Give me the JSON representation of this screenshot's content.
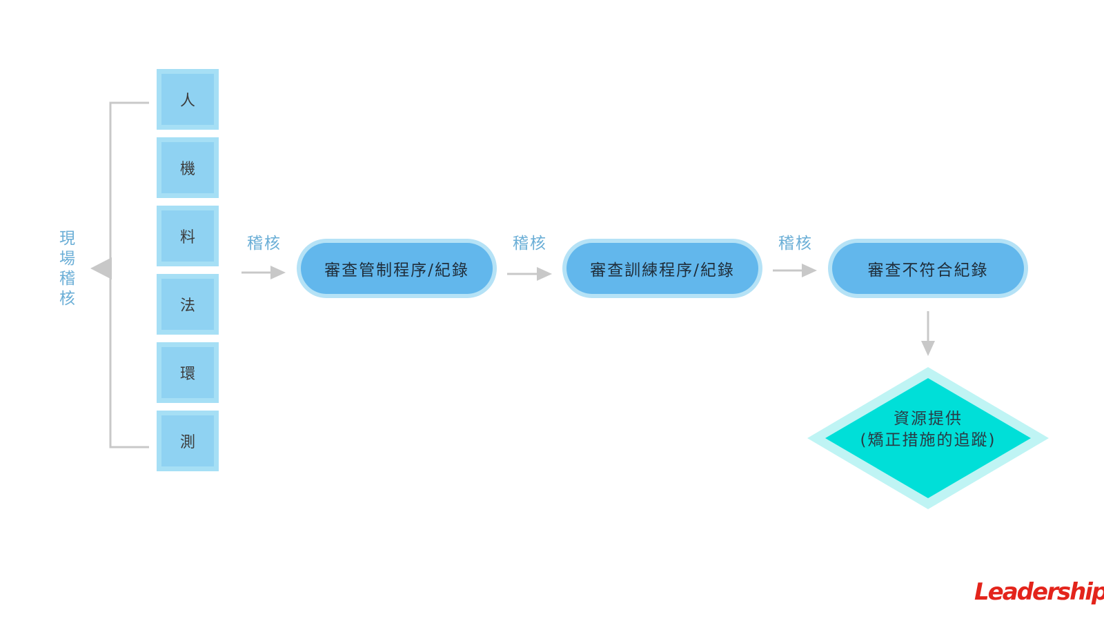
{
  "left_label": "現場稽核",
  "factors": [
    {
      "label": "人"
    },
    {
      "label": "機"
    },
    {
      "label": "料"
    },
    {
      "label": "法"
    },
    {
      "label": "環"
    },
    {
      "label": "測"
    }
  ],
  "audit_label": "稽核",
  "steps": [
    {
      "label": "審查管制程序/紀錄"
    },
    {
      "label": "審查訓練程序/紀錄"
    },
    {
      "label": "審查不符合紀錄"
    }
  ],
  "decision": {
    "line1": "資源提供",
    "line2": "(矯正措施的追蹤)"
  },
  "logo": {
    "text": "Leadership",
    "mark": "®"
  },
  "colors": {
    "pill_fill": "#62b7ec",
    "factor_fill": "#8fd2f2",
    "diamond_fill": "#00dfd8",
    "label_blue": "#6aaed6",
    "connector_gray": "#c8c8c8",
    "logo_red": "#e3241b"
  }
}
